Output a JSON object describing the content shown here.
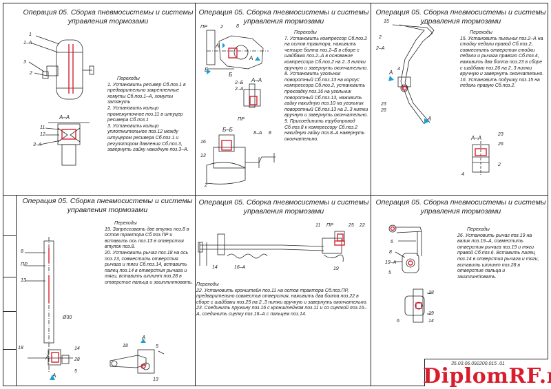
{
  "panels": [
    {
      "title": "Операция 05. Сборка пневмосистемы и системы управления тормозами",
      "notes_heading": "Переходы",
      "steps": [
        "1. Установить ресивер Сб.поз.1 в предварительно закрепленные хомуты Сб.поз.1–А, хомуты затянуть",
        "2. Установить кольцо промежуточное поз.11 в штуцер ресивера Сб.поз.1",
        "3. Установить кольцо уплотнительное поз.12 между штуцером ресивера Сб.поз.1 и регулятором давления Сб.поз.3, завернуть гайку накидную поз.3–А."
      ]
    },
    {
      "title": "Операция 05. Сборка пневмосистемы и системы управления тормозами",
      "notes_heading": "Переходы",
      "steps": [
        "7. Установить компрессор Сб.поз.2 на остов трактора, наживить четыре болта поз.2–Б в сборе с шайбами поз.2–А в основание компрессора Сб.поз.2 на 2..3 нитки вручную и завернуть окончательно.",
        "8. Установить угольник поворотный Сб.поз.13 на корпус компрессора Сб.поз.2, установить прокладку поз.16 на угольник поворотный Сб.поз.13, наживить гайку накидную поз.10 на угольник поворотный Сб.поз.13 на 2..3 нитки вручную и завернуть окончательно.",
        "9. Присоединить трубопровод Сб.поз.8 к компрессору Сб.поз.2 накидную гайку поз.8–А навернуть окончательно."
      ]
    },
    {
      "title": "Операция 05. Сборка пневмосистемы и системы управления тормозами",
      "notes_heading": "Переходы",
      "steps": [
        "15. Установить пыльник поз.2–А на стойку педали правой Сб.поз.2, совместить отверстия стойки педали и рычага правого Сб.поз.4, наживить два болта поз.23 в сборе с шайбами поз.26 на 2..3 нитки вручную и завернуть окончательно.",
        "16. Установить подушку поз.15 на педаль правую Сб.поз.2."
      ]
    },
    {
      "title": "Операция 05. Сборка пневмосистемы и системы управления тормозами",
      "notes_heading": "Переходы",
      "steps": [
        "19. Запрессовать две втулки поз.8 в остов трактора Сб.поз.ПР и вставить ось поз.13 в отверстия втулок поз.8.",
        "20. Установить рычаг поз.18 на ось поз.13, совместить отверстия рычага и тяги Сб.поз.14, вставить палец поз.14 в отверстия рычага и тяги, вставить шплинт поз.28 в отверстие пальца и зашплинтовать."
      ]
    },
    {
      "title": "Операция 05. Сборка пневмосистемы и системы управления тормозами",
      "notes_heading": "Переходы",
      "steps": [
        "22. Установить кронштейн поз.11 на остов трактора Сб.поз.ПР, предварительно совместив отверстия, наживить два болта поз.22 в сборе с шайбами поз.25 на 2..3 нитки вручную и завернуть окончательно.",
        "23. Соединить пружину поз.16 с кронштейном поз.11 и со сцепкой поз.16–А, соединить сцепку поз.16–А с пальцем поз.14."
      ]
    },
    {
      "title": "Операция 05. Сборка пневмосистемы и системы управления тормозами",
      "notes_heading": "Переходы",
      "steps": [
        "26. Установить рычаг поз.19 на валик поз.19–А, совместить отверстия рычага поз.19 и тяги правой Сб.поз.6. Вставить палец поз.14 в отверстия рычага и тяги, вставить шплинт поз.28 в отверстие пальца и зашплинтовать."
      ]
    }
  ],
  "labels": {
    "p1": [
      "1",
      "1–А",
      "3",
      "2",
      "А–А",
      "11",
      "12",
      "3–А"
    ],
    "p2": [
      "ПР",
      "2",
      "8",
      "А",
      "А",
      "Б",
      "Б",
      "2–Б",
      "2–А",
      "А–А",
      "ПР",
      "Б–Б",
      "16",
      "13",
      "8–А",
      "8",
      "2"
    ],
    "p3": [
      "15",
      "2",
      "2–А",
      "4",
      "23",
      "26",
      "А",
      "А",
      "А–А",
      "23",
      "26",
      "2",
      "4"
    ],
    "p4": [
      "8",
      "ПР",
      "13",
      "18",
      "14",
      "28",
      "5",
      "А",
      "А",
      "Ø30",
      "А",
      "18",
      "5",
      "13"
    ],
    "p5": [
      "11",
      "ПР",
      "25",
      "22",
      "14",
      "16–А",
      "19"
    ],
    "p6": [
      "6",
      "8",
      "19–А",
      "5",
      "28",
      "19",
      "6",
      "14"
    ]
  },
  "stamp": {
    "code": "35.03.06.092200.015 .01"
  },
  "watermark": "DiplomRF.ru",
  "colors": {
    "accent": "#d81e2c",
    "line": "#222222"
  }
}
